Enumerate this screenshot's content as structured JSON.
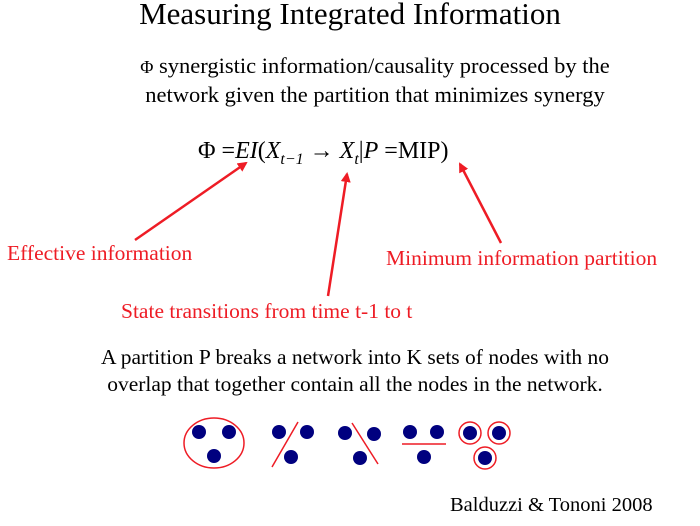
{
  "title": "Measuring Integrated Information",
  "subtitle": {
    "symbol": "Φ",
    "line1": "synergistic information/causality processed by the",
    "line2": "network given the partition that minimizes synergy"
  },
  "formula": {
    "phi": "Φ",
    "eq": "=",
    "ei": "EI",
    "open": "(",
    "x1": "X",
    "x1_sub": "t−1",
    "arrow": "→",
    "x2": "X",
    "x2_sub": "t",
    "bar": "|",
    "p": "P",
    "mip": "MIP",
    "close": ")"
  },
  "annotations": {
    "effective_information": "Effective information",
    "minimum_information_partition": "Minimum information partition",
    "state_transitions": "State transitions from time t-1 to t"
  },
  "description": {
    "line1": "A partition P breaks a network into K sets of nodes with no",
    "line2": "overlap that together contain all the nodes in the network."
  },
  "citation": "Balduzzi & Tononi  2008",
  "colors": {
    "annotation": "#ee1c25",
    "node": "#00007f",
    "partition_line": "#ee1c25"
  }
}
